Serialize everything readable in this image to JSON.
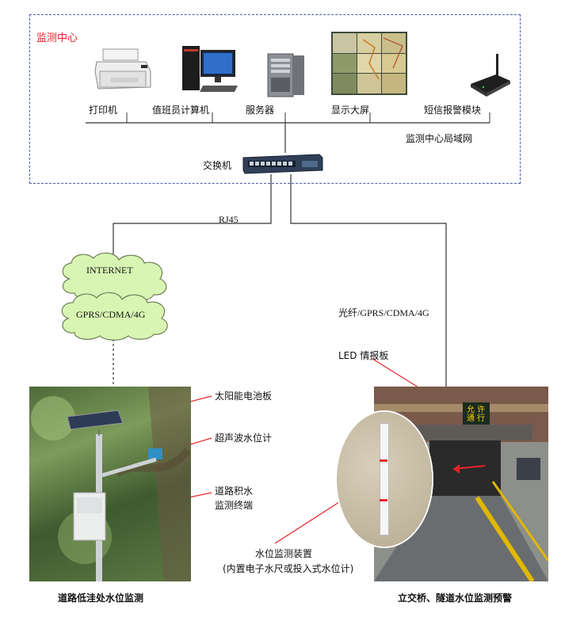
{
  "monitoring_center": {
    "title": "监测中心",
    "lan_label": "监测中心局域网",
    "devices": [
      {
        "id": "printer",
        "label": "打印机",
        "icon": "printer-icon"
      },
      {
        "id": "duty-computer",
        "label": "值班员计算机",
        "icon": "desktop-computer-icon"
      },
      {
        "id": "server",
        "label": "服务器",
        "icon": "server-tower-icon"
      },
      {
        "id": "display-wall",
        "label": "显示大屏",
        "icon": "video-wall-icon"
      },
      {
        "id": "sms-module",
        "label": "短信报警模块",
        "icon": "wireless-modem-icon"
      }
    ]
  },
  "switch": {
    "label": "交换机",
    "icon": "network-switch-icon"
  },
  "links": {
    "rj45": "RJ45",
    "fiber": "光纤/GPRS/CDMA/4G"
  },
  "cloud": {
    "top_label": "INTERNET",
    "bottom_label": "GPRS/CDMA/4G",
    "icon": "cloud-icon"
  },
  "left_site": {
    "caption": "道路低洼处水位监测",
    "callouts": [
      "太阳能电池板",
      "超声波水位计",
      "道路积水",
      "监测终端"
    ]
  },
  "right_site": {
    "caption": "立交桥、隧道水位监测预警",
    "led_label": "LED 情报板",
    "led_text": [
      "允",
      "许",
      "通",
      "行"
    ],
    "device_label": "水位监测装置",
    "device_note": "(内置电子水尺或投入式水位计)"
  },
  "colors": {
    "frame": "#4a5aa8",
    "title": "#e8232a",
    "callout": "#e8232a",
    "line": "#333333"
  }
}
